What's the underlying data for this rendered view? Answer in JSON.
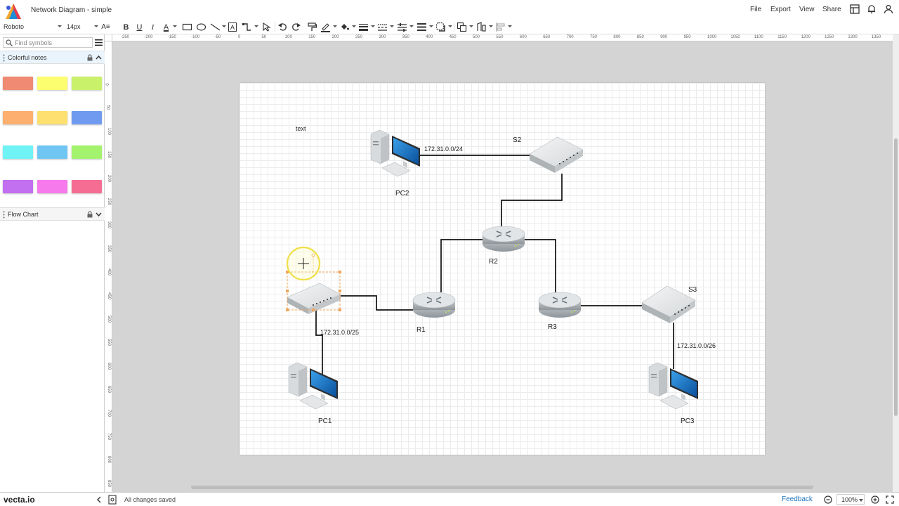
{
  "app": {
    "title": "Network Diagram - simple",
    "brand": "vecta.io",
    "status": "All changes saved",
    "feedback": "Feedback",
    "zoom": "100%"
  },
  "menu": [
    "File",
    "Export",
    "View",
    "Share"
  ],
  "toolbar": {
    "font_family": "Roboto",
    "font_size": "14px",
    "icons": [
      "text-size-icon",
      "bold-icon",
      "underline-icon",
      "italic-icon",
      "font-color-icon",
      "rectangle-icon",
      "ellipse-icon",
      "line-icon",
      "text-box-icon",
      "connector-icon",
      "pointer-icon",
      "undo-icon",
      "redo-icon",
      "format-painter-icon",
      "line-color-icon",
      "fill-color-icon",
      "line-weight-icon",
      "line-style-icon",
      "line-spacing-icon",
      "align-icon",
      "shadow-icon",
      "arrange-icon",
      "group-icon",
      "distribute-icon"
    ]
  },
  "sidebar": {
    "search_placeholder": "Find symbols",
    "sections": [
      {
        "label": "Colorful notes"
      },
      {
        "label": "Flow Chart"
      }
    ],
    "swatches": [
      "#f08a73",
      "#fdfd70",
      "#c9f16a",
      "#fdaf70",
      "#fde070",
      "#6f9af0",
      "#6ff3f5",
      "#6fc6f3",
      "#a3f36e",
      "#c26ff0",
      "#f77aec",
      "#f56d93"
    ]
  },
  "ruler": {
    "top": [
      "-250",
      "-200",
      "-150",
      "-100",
      "-50",
      "0",
      "50",
      "100",
      "150",
      "200",
      "250",
      "300",
      "350",
      "400",
      "450",
      "500",
      "550",
      "600",
      "650",
      "700",
      "750",
      "800",
      "850",
      "900",
      "950",
      "1000",
      "1050",
      "1100",
      "1150",
      "1200",
      "1250",
      "1300",
      "1350"
    ],
    "left": [
      "0",
      "50",
      "100",
      "150",
      "200",
      "250",
      "300",
      "350",
      "400",
      "450",
      "500",
      "550",
      "600",
      "650",
      "700",
      "750",
      "800",
      "850"
    ]
  },
  "diagram": {
    "free_text": "text",
    "devices": {
      "pc1": "PC1",
      "pc2": "PC2",
      "pc3": "PC3",
      "r1": "R1",
      "r2": "R2",
      "r3": "R3",
      "s2": "S2",
      "s3": "S3"
    },
    "networks": {
      "pc2_s2": "172.31.0.0/24",
      "pc1_s1": "172.31.0.0/25",
      "pc3_s3": "172.31.0.0/26"
    }
  }
}
